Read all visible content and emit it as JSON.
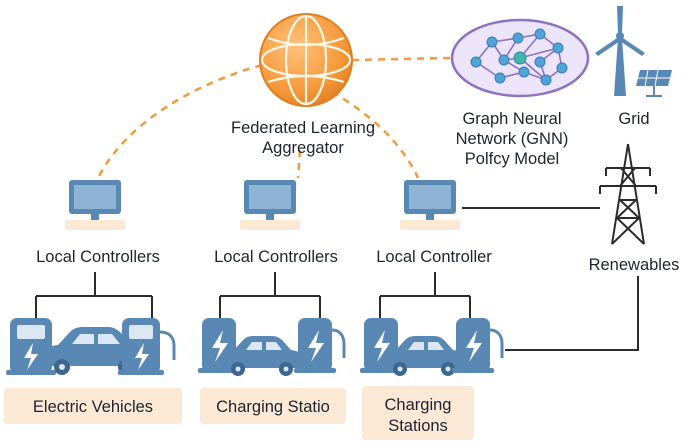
{
  "aggregator": {
    "line1": "Federated Learning",
    "line2": "Aggregator"
  },
  "gnn": {
    "line1": "Graph Neural",
    "line2": "Network (GNN)",
    "line3": "Polfcy Model"
  },
  "grid": {
    "label": "Grid"
  },
  "renewables": {
    "label": "Renewables"
  },
  "controllers": [
    {
      "label": "Local Controllers"
    },
    {
      "label": "Local Controllers"
    },
    {
      "label": "Local Controller"
    }
  ],
  "groups": [
    {
      "line1": "Electric Vehicles",
      "line2": ""
    },
    {
      "line1": "Charging Statio",
      "line2": ""
    },
    {
      "line1": "Charging",
      "line2": "Stations"
    }
  ],
  "colors": {
    "orange": "#f29a3c",
    "blue": "#5a88b4",
    "purple": "#8c72c2",
    "label_bg": "#fbe9d6"
  },
  "icons": [
    "globe-icon",
    "network-graph-icon",
    "wind-turbine-icon",
    "solar-panel-icon",
    "transmission-tower-icon",
    "computer-icon",
    "charging-station-icon",
    "electric-car-icon"
  ]
}
